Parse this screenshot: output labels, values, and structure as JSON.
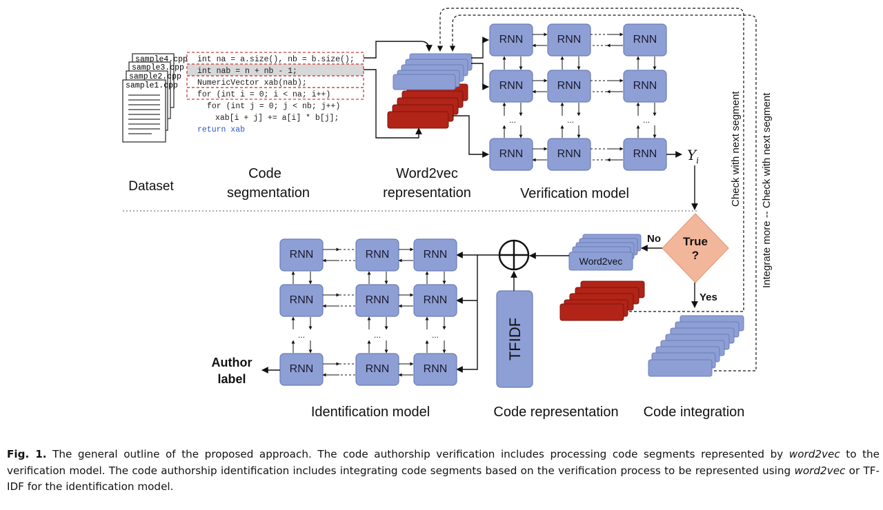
{
  "colors": {
    "rnn_fill": "#8e9fd5",
    "rnn_stroke": "#6a7cb8",
    "red_block": "#b22418",
    "diamond": "#f2b79a",
    "code_keyword": "#2c55c8",
    "code_number": "#c0392b",
    "code_box_border": "#d03b3b"
  },
  "dataset": {
    "files": [
      "sample4.cpp",
      "sample3.cpp",
      "sample2.cpp",
      "sample1.cpp"
    ],
    "label": "Dataset"
  },
  "code_segmentation": {
    "lines": [
      "int na = a.size(), nb = b.size();",
      "int nab = n + nb - 1;",
      "NumericVector xab(nab);",
      "for (int i = 0; i < na; i++)",
      "for (int j = 0; j < nb; j++)",
      "xab[i + j] += a[i] * b[j];",
      "return xab"
    ],
    "label_line1": "Code",
    "label_line2": "segmentation"
  },
  "word2vec": {
    "label_line1": "Word2vec",
    "label_line2": "representation"
  },
  "verification": {
    "cell_label": "RNN",
    "ellipsis": "...",
    "output_symbol": "Y",
    "output_subscript": "i",
    "label": "Verification model"
  },
  "decision": {
    "label_line1": "True",
    "label_line2": "?",
    "no_label": "No",
    "yes_label": "Yes"
  },
  "side_loops": {
    "inner": "Check with next segment",
    "outer": "Integrate more -- Check with next segment"
  },
  "lower": {
    "word2vec_box": "Word2vec",
    "tfidf_box": "TFIDF",
    "author_label_line1": "Author",
    "author_label_line2": "label",
    "identification_label": "Identification model",
    "code_representation_label": "Code representation",
    "code_integration_label": "Code integration"
  },
  "caption": {
    "fig_label": "Fig. 1.",
    "part1": " The general outline of the proposed approach. The code authorship verification includes processing code segments represented by ",
    "emph1": "word2vec",
    "part2": " to the verification model. The code authorship identification includes integrating code segments based on the verification process to be represented using ",
    "emph2": "word2vec",
    "part3": " or TF-IDF for the identification model."
  }
}
